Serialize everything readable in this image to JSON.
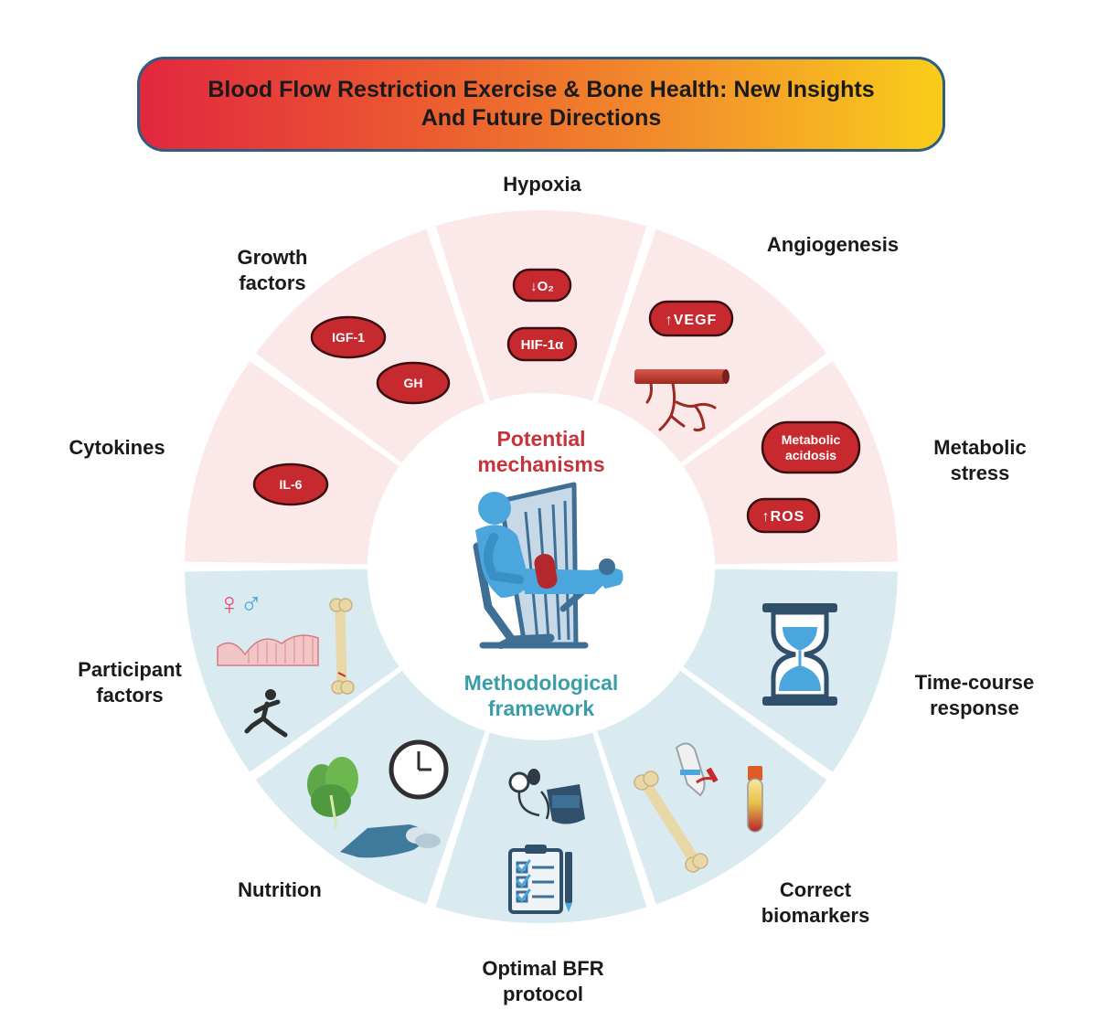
{
  "title": {
    "line1": "Blood Flow Restriction Exercise & Bone Health: New Insights",
    "line2": "And Future Directions"
  },
  "center": {
    "top_line1": "Potential",
    "top_line2": "mechanisms",
    "bottom_line1": "Methodological",
    "bottom_line2": "framework"
  },
  "mechanisms": {
    "hypoxia": {
      "label": "Hypoxia",
      "badges": [
        "↓O₂",
        "HIF-1α"
      ]
    },
    "angiogenesis": {
      "label": "Angiogenesis",
      "badges": [
        "↑VEGF"
      ]
    },
    "metabolic_stress": {
      "label_line1": "Metabolic",
      "label_line2": "stress",
      "badges": [
        "Metabolic",
        "acidosis",
        "↑ROS"
      ]
    },
    "growth_factors": {
      "label_line1": "Growth",
      "label_line2": "factors",
      "badges": [
        "IGF-1",
        "GH"
      ]
    },
    "cytokines": {
      "label": "Cytokines",
      "badges": [
        "IL-6"
      ]
    }
  },
  "framework": {
    "time_course": {
      "label_line1": "Time-course",
      "label_line2": "response"
    },
    "biomarkers": {
      "label_line1": "Correct",
      "label_line2": "biomarkers"
    },
    "protocol": {
      "label_line1": "Optimal BFR",
      "label_line2": "protocol"
    },
    "nutrition": {
      "label": "Nutrition"
    },
    "participant": {
      "label_line1": "Participant",
      "label_line2": "factors"
    }
  },
  "symbols": {
    "female": "♀",
    "male": "♂"
  },
  "icons": [
    "bfr-exercise-machine-icon",
    "hourglass-icon",
    "clock-icon",
    "leafy-greens-icon",
    "sleeping-person-icon",
    "blood-pressure-cuff-icon",
    "checklist-icon",
    "bone-icon",
    "blood-tube-icon",
    "iv-arm-icon",
    "runner-icon",
    "blood-vessel-icon",
    "bone-tissue-icon"
  ],
  "colors": {
    "mechanism_sector": "#fbe9ea",
    "framework_sector": "#d9eaf1",
    "badge_fill": "#c62a2f",
    "badge_stroke": "#3b0e10",
    "mechanism_title": "#c8333a",
    "framework_title": "#3a9ea8",
    "machine_blue": "#3f6f95",
    "person_blue": "#4aa6dc",
    "title_gradient_start": "#e2273f",
    "title_gradient_end": "#f9cd1a"
  }
}
